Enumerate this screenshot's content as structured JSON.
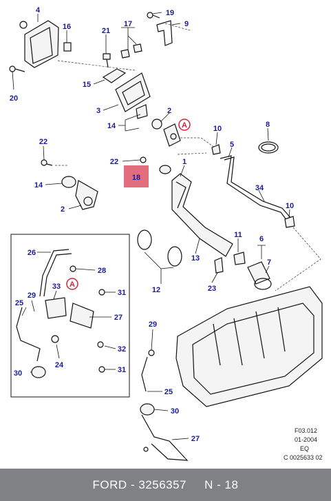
{
  "callouts": {
    "c4": "4",
    "c16": "16",
    "c19": "19",
    "c9": "9",
    "c21": "21",
    "c17": "17",
    "c20": "20",
    "c15": "15",
    "c3": "3",
    "c2a": "2",
    "c14a": "14",
    "c10a": "10",
    "c8": "8",
    "c5": "5",
    "c22a": "22",
    "c22b": "22",
    "c1": "1",
    "c18": "18",
    "c14b": "14",
    "c2b": "2",
    "c34": "34",
    "c10b": "10",
    "c26": "26",
    "c28": "28",
    "c11": "11",
    "c6": "6",
    "c7": "7",
    "c13": "13",
    "c33": "33",
    "c29a": "29",
    "c31a": "31",
    "c25a": "25",
    "c27a": "27",
    "c12": "12",
    "c23": "23",
    "c24": "24",
    "c32": "32",
    "c30a": "30",
    "c31b": "31",
    "c29b": "29",
    "c25b": "25",
    "c30b": "30",
    "c27b": "27"
  },
  "markers": {
    "a1": "A",
    "a2": "A"
  },
  "reference": {
    "line1": "F03.012",
    "line2": "01-2004",
    "line3": "EQ",
    "line4": "C 0025633 02"
  },
  "footer": {
    "brand": "FORD",
    "separator": " - ",
    "part_number": "3256357",
    "gap": "     ",
    "position": "N - 18"
  },
  "colors": {
    "callout": "#1a1a9e",
    "highlight": "#e26d7c",
    "marker": "#d0253a",
    "footer_bg": "#7f8184"
  }
}
